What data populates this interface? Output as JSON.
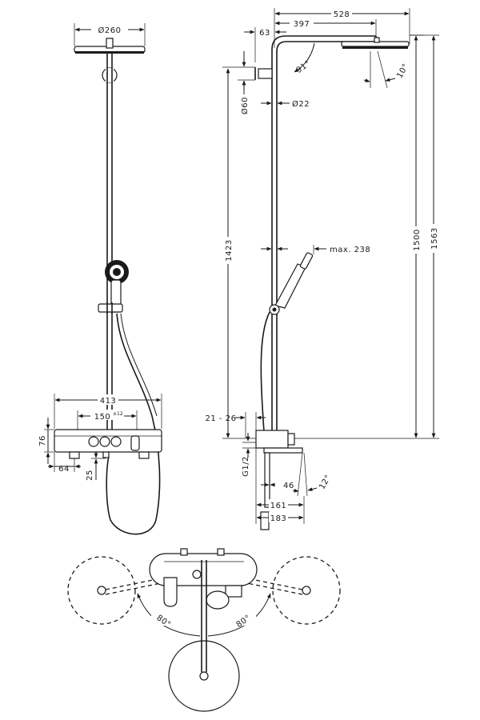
{
  "front_view": {
    "head_diameter": "Ø260",
    "panel_width": "413",
    "control_spacing": "150",
    "control_spacing_tolerance": "±12",
    "panel_height": "76",
    "outlet_offset": "64",
    "outlet_depth": "25"
  },
  "side_view": {
    "arm_length": "528",
    "arm_reach": "397",
    "wall_offset": "63",
    "arm_angle": "91°",
    "head_tilt": "10°",
    "bracket_diameter": "Ø60",
    "pipe_diameter": "Ø22",
    "handshower_max_height": "max. 238",
    "riser_height": "1423",
    "head_height": "1500",
    "overall_height": "1563",
    "wall_distance_range": "21 - 26",
    "connection_thread": "G1/2",
    "spout_depth": "46",
    "spout_angle": "12°",
    "spout_projection": "161",
    "body_projection": "183"
  },
  "top_view": {
    "swivel_left": "80°",
    "swivel_right": "80°"
  }
}
